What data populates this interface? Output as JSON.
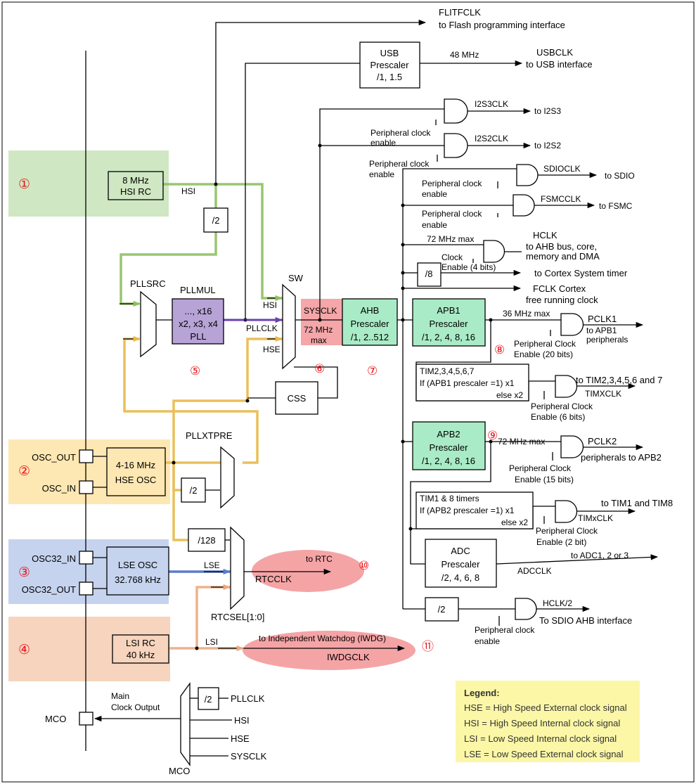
{
  "colors": {
    "hsi_zone": "#cfe7c2",
    "hse_zone": "#fde7b3",
    "lse_zone": "#c5d3ee",
    "lsi_zone": "#f6d4bd",
    "pll_fill": "#b7a3d6",
    "prescaler_green": "#a9ebc6",
    "sysclk_red": "#f4a6a8",
    "rtc_ellipse": "#f5a4a6",
    "legend_bg": "#fbf7a7",
    "marker_red": "#e8141b",
    "wire_green": "#8fbf62",
    "wire_yellow": "#e8b94a",
    "wire_blue": "#5c7cc9",
    "wire_orange": "#ecaa80",
    "wire_purple": "#6a40b0"
  },
  "markers": [
    "①",
    "②",
    "③",
    "④",
    "⑤",
    "⑥",
    "⑦",
    "⑧",
    "⑨",
    "⑩",
    "⑪"
  ],
  "top": {
    "flitfclk": "FLITFCLK",
    "flitfclk_desc": "to Flash programming interface",
    "usb_box": [
      "USB",
      "Prescaler",
      "/1, 1.5"
    ],
    "usb_freq": "48 MHz",
    "usbclk": "USBCLK",
    "usbclk_desc": "to USB interface"
  },
  "i2s": {
    "i2s3clk": "I2S3CLK",
    "to_i2s3": "to I2S3",
    "i2s2clk": "I2S2CLK",
    "to_i2s2": "to I2S2",
    "pce1a": "Peripheral clock",
    "pce1b": "enable",
    "pce2a": "Peripheral clock",
    "pce2b": "enable"
  },
  "sdio": {
    "sdioclk": "SDIOCLK",
    "to_sdio": "to SDIO",
    "pce_a": "Peripheral clock",
    "pce_b": "enable"
  },
  "fsmc": {
    "fsmcclk": "FSMCCLK",
    "to_fsmc": "to FSMC",
    "pce_a": "Peripheral clock",
    "pce_b": "enable"
  },
  "hclk": {
    "max": "72 MHz max",
    "title": "HCLK",
    "desc1": "to AHB bus, core,",
    "desc2": "memory and DMA",
    "clock_en1": "Clock",
    "clock_en2": "Enable (4 bits)",
    "div8": "/8",
    "systimer": "to Cortex System timer",
    "fclk1": "FCLK Cortex",
    "fclk2": "free running clock"
  },
  "sources": {
    "hsi_box": [
      "8 MHz",
      "HSI RC"
    ],
    "hsi": "HSI",
    "div2": "/2",
    "hse_box": [
      "4-16 MHz",
      "HSE OSC"
    ],
    "osc_out": "OSC_OUT",
    "osc_in": "OSC_IN",
    "lse_box": [
      "LSE OSC",
      "32.768 kHz"
    ],
    "osc32_in": "OSC32_IN",
    "osc32_out": "OSC32_OUT",
    "lsi_box": [
      "LSI RC",
      "40 kHz"
    ],
    "lse": "LSE",
    "lsi": "LSI"
  },
  "pll": {
    "pllsrc": "PLLSRC",
    "pllmul": "PLLMUL",
    "pll_box": [
      "..., x16",
      "x2, x3, x4",
      "PLL"
    ],
    "pllclk": "PLLCLK",
    "pllxtpre": "PLLXTPRE",
    "div2": "/2"
  },
  "sw": {
    "sw": "SW",
    "hsi": "HSI",
    "hse": "HSE",
    "sysclk": "SYSCLK",
    "sysclk_max1": "72 MHz",
    "sysclk_max2": "max",
    "css": "CSS"
  },
  "ahb": [
    "AHB",
    "Prescaler",
    "/1, 2..512"
  ],
  "apb1": {
    "box": [
      "APB1",
      "Prescaler",
      "/1, 2, 4, 8, 16"
    ],
    "max": "36 MHz max",
    "pclk1": "PCLK1",
    "to1": "to APB1",
    "to2": "peripherals",
    "pce1": "Peripheral Clock",
    "pce2": "Enable (20 bits)",
    "tim_line1": "TIM2,3,4,5,6,7",
    "tim_line2": "If (APB1 prescaler =1) x1",
    "tim_line3": "else  x2",
    "to_tim": "to TIM2,3,4,5,6 and 7",
    "timxclk": "TIMXCLK",
    "tim_pce1": "Peripheral Clock",
    "tim_pce2": "Enable (6 bits)"
  },
  "apb2": {
    "box": [
      "APB2",
      "Prescaler",
      "/1, 2, 4, 8, 16"
    ],
    "max": "72 MHz max",
    "pclk2": "PCLK2",
    "to": "peripherals to APB2",
    "pce1": "Peripheral Clock",
    "pce2": "Enable (15 bits)",
    "tim_line1": "TIM1 & 8 timers",
    "tim_line2": "If (APB2 prescaler =1) x1",
    "tim_line3": "else x2",
    "to_tim": "to TIM1 and TIM8",
    "timxclk": "TIMxCLK",
    "tim_pce1": "Peripheral Clock",
    "tim_pce2": "Enable (2 bit)"
  },
  "adc": {
    "box": [
      "ADC",
      "Prescaler",
      "/2, 4, 6, 8"
    ],
    "adcclk": "ADCCLK",
    "to": "to ADC1, 2 or 3"
  },
  "hclk2": {
    "div2": "/2",
    "label": "HCLK/2",
    "to": "To SDIO AHB interface",
    "pce1": "Peripheral clock",
    "pce2": "enable"
  },
  "rtc": {
    "div128": "/128",
    "to_rtc": "to RTC",
    "rtcclk": "RTCCLK",
    "rtcsel": "RTCSEL[1:0]"
  },
  "iwdg": {
    "to": "to Independent Watchdog (IWDG)",
    "clk": "IWDGCLK"
  },
  "mco": {
    "title1": "Main",
    "title2": "Clock Output",
    "mco_pin": "MCO",
    "mco_mux": "MCO",
    "div2": "/2",
    "pllclk": "PLLCLK",
    "hsi": "HSI",
    "hse": "HSE",
    "sysclk": "SYSCLK"
  },
  "legend": {
    "title": "Legend:",
    "lines": [
      "HSE = High Speed External clock signal",
      "HSI = High Speed Internal clock signal",
      "LSI = Low Speed Internal clock signal",
      "LSE = Low Speed External clock signal"
    ]
  }
}
